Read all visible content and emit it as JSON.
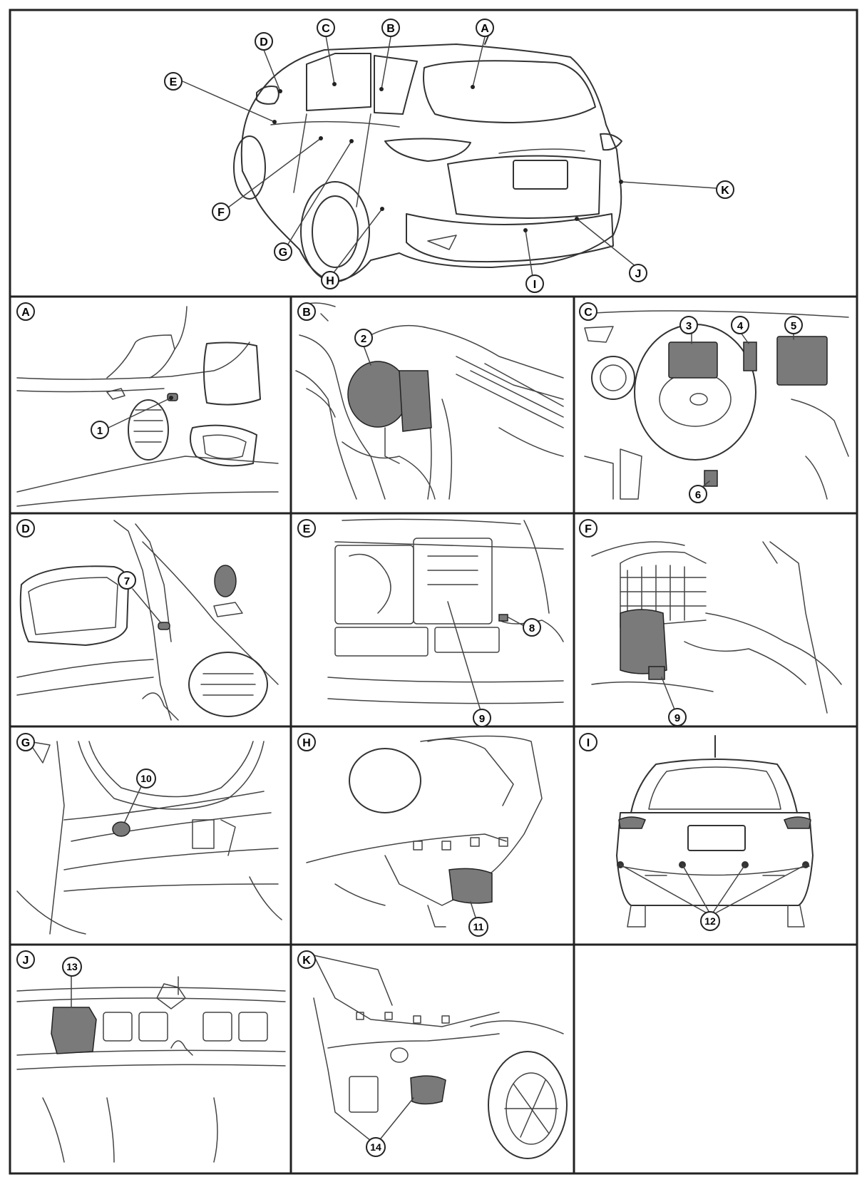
{
  "overview": {
    "callouts": [
      "A",
      "B",
      "C",
      "D",
      "E",
      "F",
      "G",
      "H",
      "I",
      "J",
      "K"
    ]
  },
  "panels": [
    {
      "letter": "A",
      "parts": [
        "1"
      ]
    },
    {
      "letter": "B",
      "parts": [
        "2"
      ]
    },
    {
      "letter": "C",
      "parts": [
        "3",
        "4",
        "5",
        "6"
      ]
    },
    {
      "letter": "D",
      "parts": [
        "7"
      ]
    },
    {
      "letter": "E",
      "parts": [
        "8",
        "9"
      ]
    },
    {
      "letter": "F",
      "parts": [
        "9"
      ]
    },
    {
      "letter": "G",
      "parts": [
        "10"
      ]
    },
    {
      "letter": "H",
      "parts": [
        "11"
      ]
    },
    {
      "letter": "I",
      "parts": [
        "12"
      ]
    },
    {
      "letter": "J",
      "parts": [
        "13"
      ]
    },
    {
      "letter": "K",
      "parts": [
        "14"
      ]
    }
  ]
}
